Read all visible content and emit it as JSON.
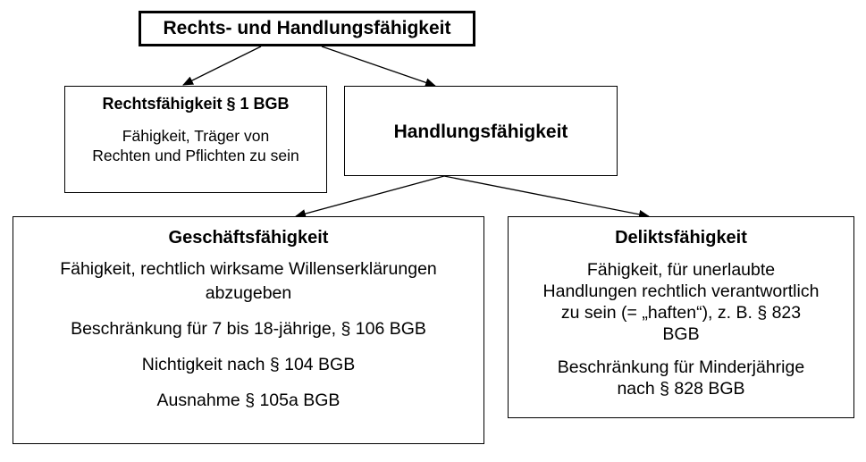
{
  "root": {
    "title": "Rechts- und Handlungsfähigkeit"
  },
  "rechtsfaehigkeit": {
    "title": "Rechtsfähigkeit § 1 BGB",
    "desc": [
      "Fähigkeit, Träger von",
      "Rechten und Pflichten zu sein"
    ]
  },
  "handlungsfaehigkeit": {
    "title": "Handlungsfähigkeit"
  },
  "geschaeftsfaehigkeit": {
    "title": "Geschäftsfähigkeit",
    "lines": [
      "Fähigkeit, rechtlich wirksame Willenserklärungen",
      "abzugeben",
      "Beschränkung für 7 bis 18-jährige, § 106 BGB",
      "Nichtigkeit nach § 104 BGB",
      "Ausnahme § 105a BGB"
    ]
  },
  "deliktsfaehigkeit": {
    "title": "Deliktsfähigkeit",
    "lines": [
      "Fähigkeit, für unerlaubte",
      "Handlungen rechtlich verantwortlich",
      "zu sein (= „haften“), z. B. § 823",
      "BGB",
      "Beschränkung für Minderjährige",
      "nach § 828 BGB"
    ]
  }
}
